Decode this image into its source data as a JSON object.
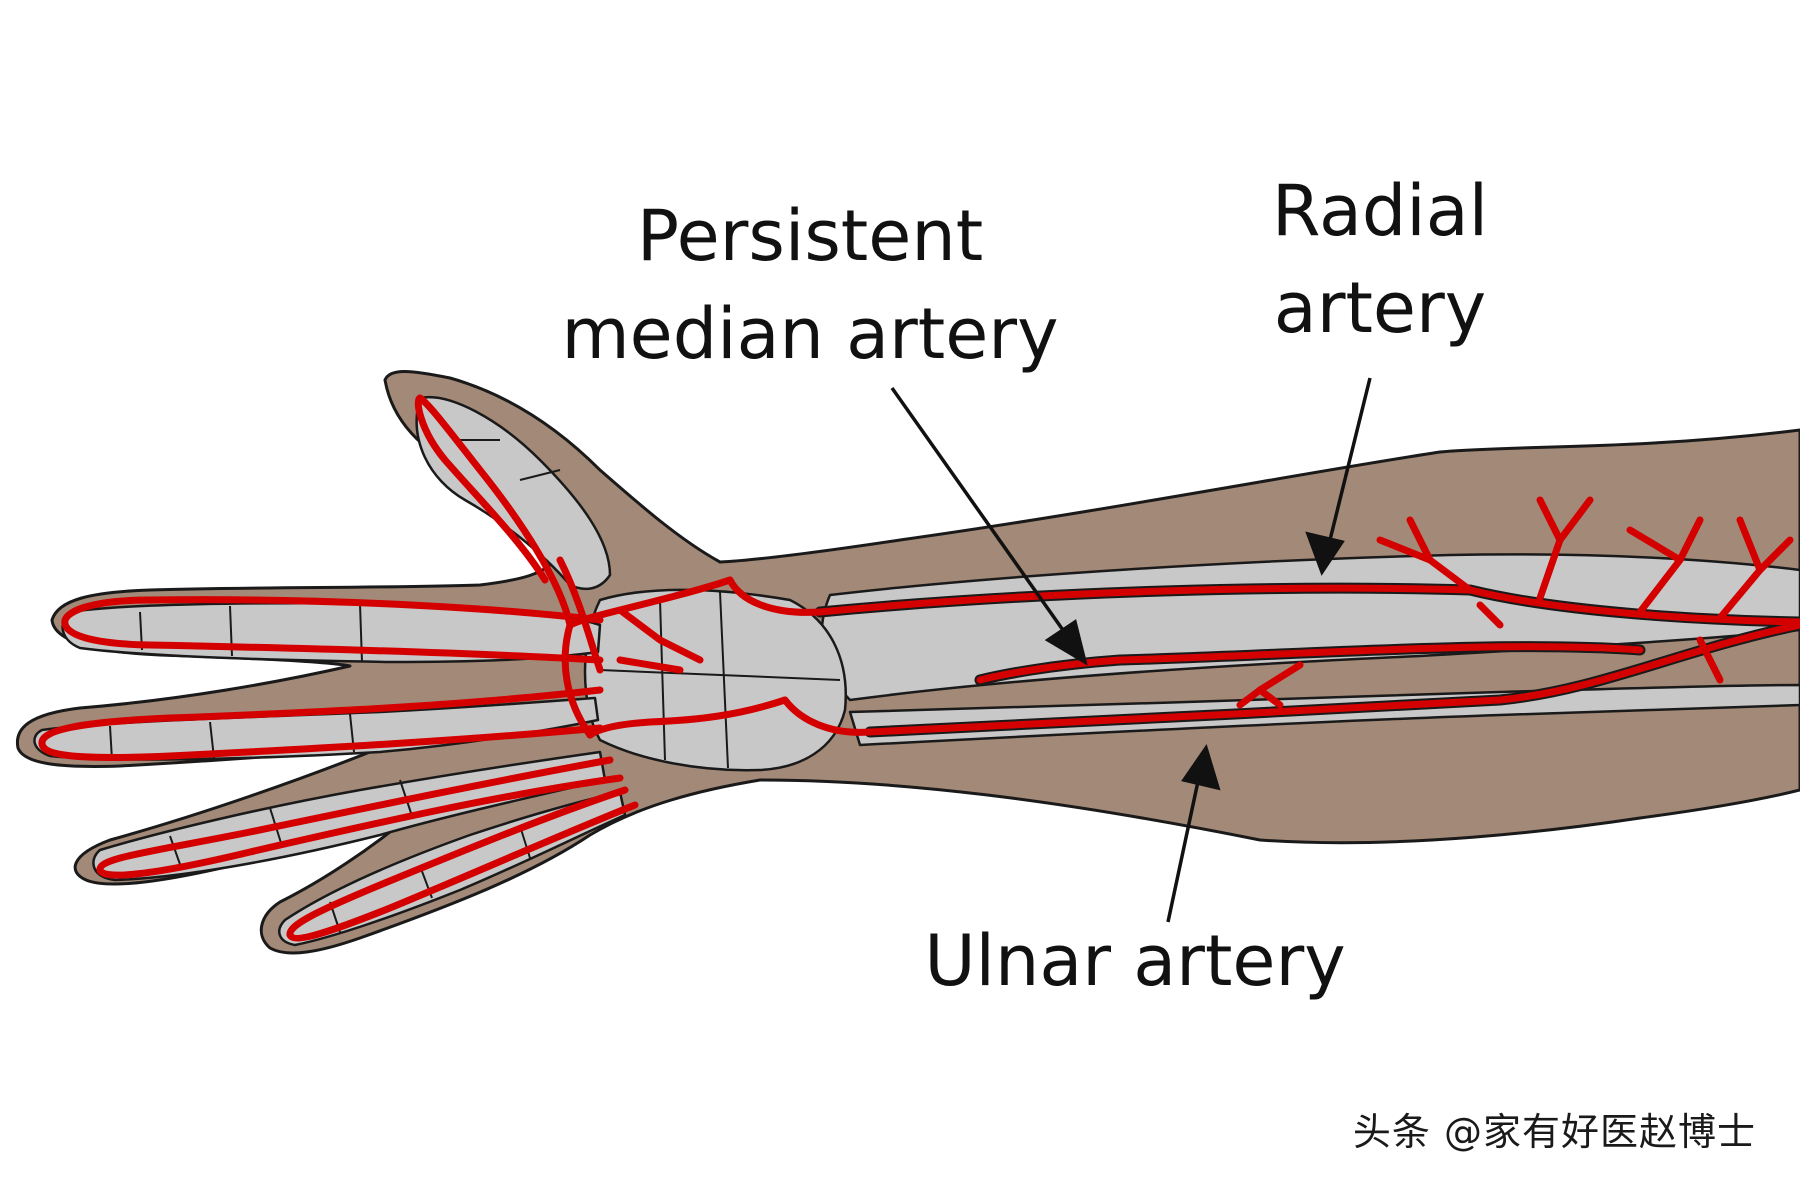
{
  "labels": {
    "median_line1": "Persistent",
    "median_line2": "median artery",
    "radial_line1": "Radial",
    "radial_line2": "artery",
    "ulnar": "Ulnar artery"
  },
  "watermark": "头条 @家有好医赵博士",
  "colors": {
    "background": "#ffffff",
    "skin": "#a38977",
    "bone": "#c8c8c8",
    "artery": "#e00000",
    "outline": "#1a1a1a"
  }
}
